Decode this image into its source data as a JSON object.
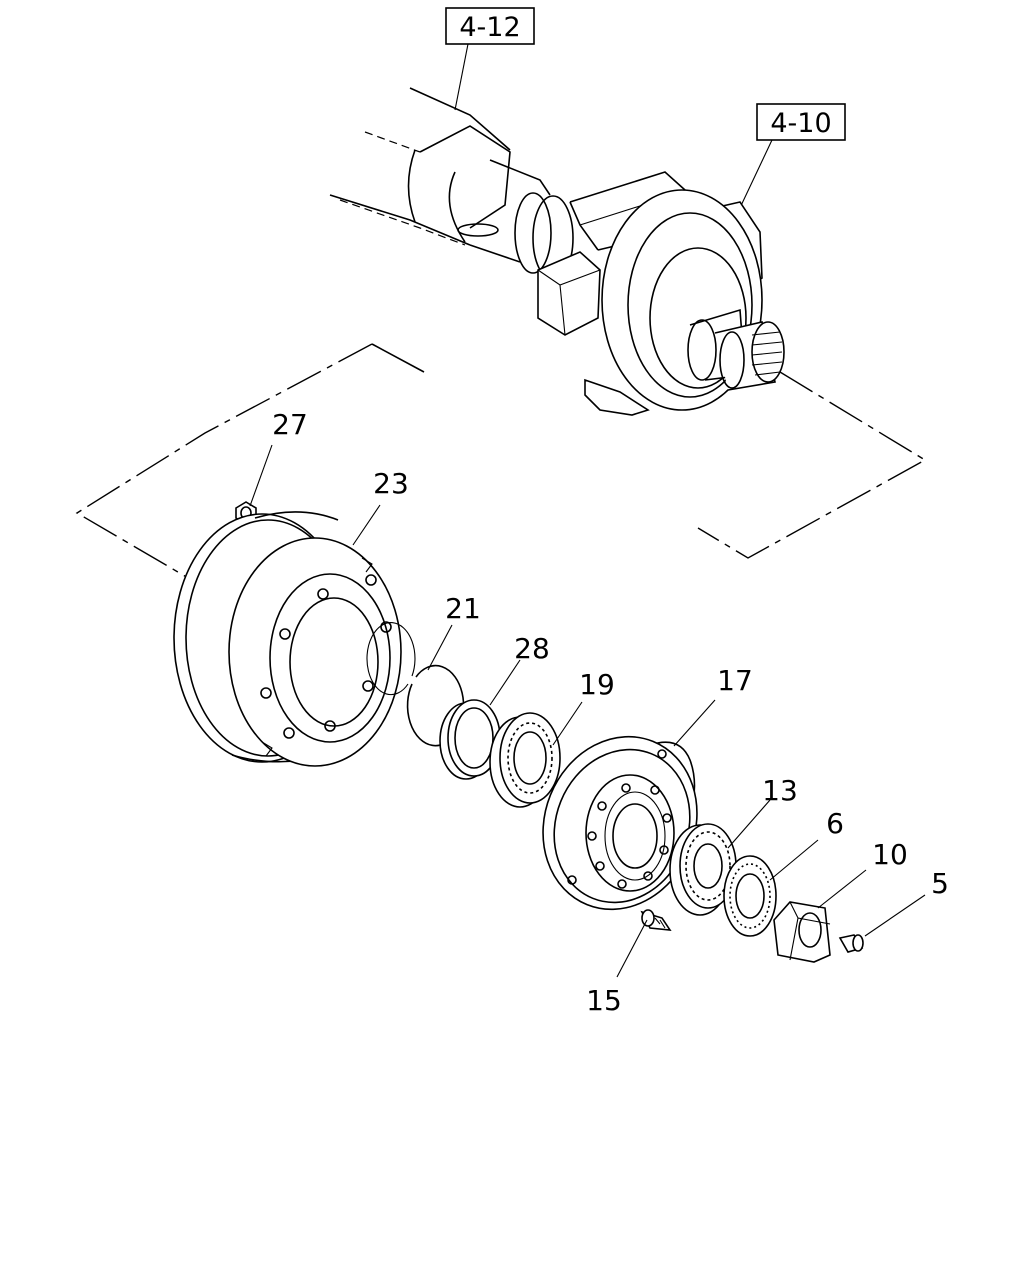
{
  "references": [
    {
      "id": "ref-4-12",
      "text": "4-12"
    },
    {
      "id": "ref-4-10",
      "text": "4-10"
    }
  ],
  "callouts": [
    {
      "id": "27",
      "text": "27"
    },
    {
      "id": "23",
      "text": "23"
    },
    {
      "id": "21",
      "text": "21"
    },
    {
      "id": "28",
      "text": "28"
    },
    {
      "id": "19",
      "text": "19"
    },
    {
      "id": "17",
      "text": "17"
    },
    {
      "id": "13",
      "text": "13"
    },
    {
      "id": "6",
      "text": "6"
    },
    {
      "id": "10",
      "text": "10"
    },
    {
      "id": "5",
      "text": "5"
    },
    {
      "id": "15",
      "text": "15"
    }
  ],
  "colors": {
    "ink": "#000000",
    "background": "#ffffff"
  }
}
